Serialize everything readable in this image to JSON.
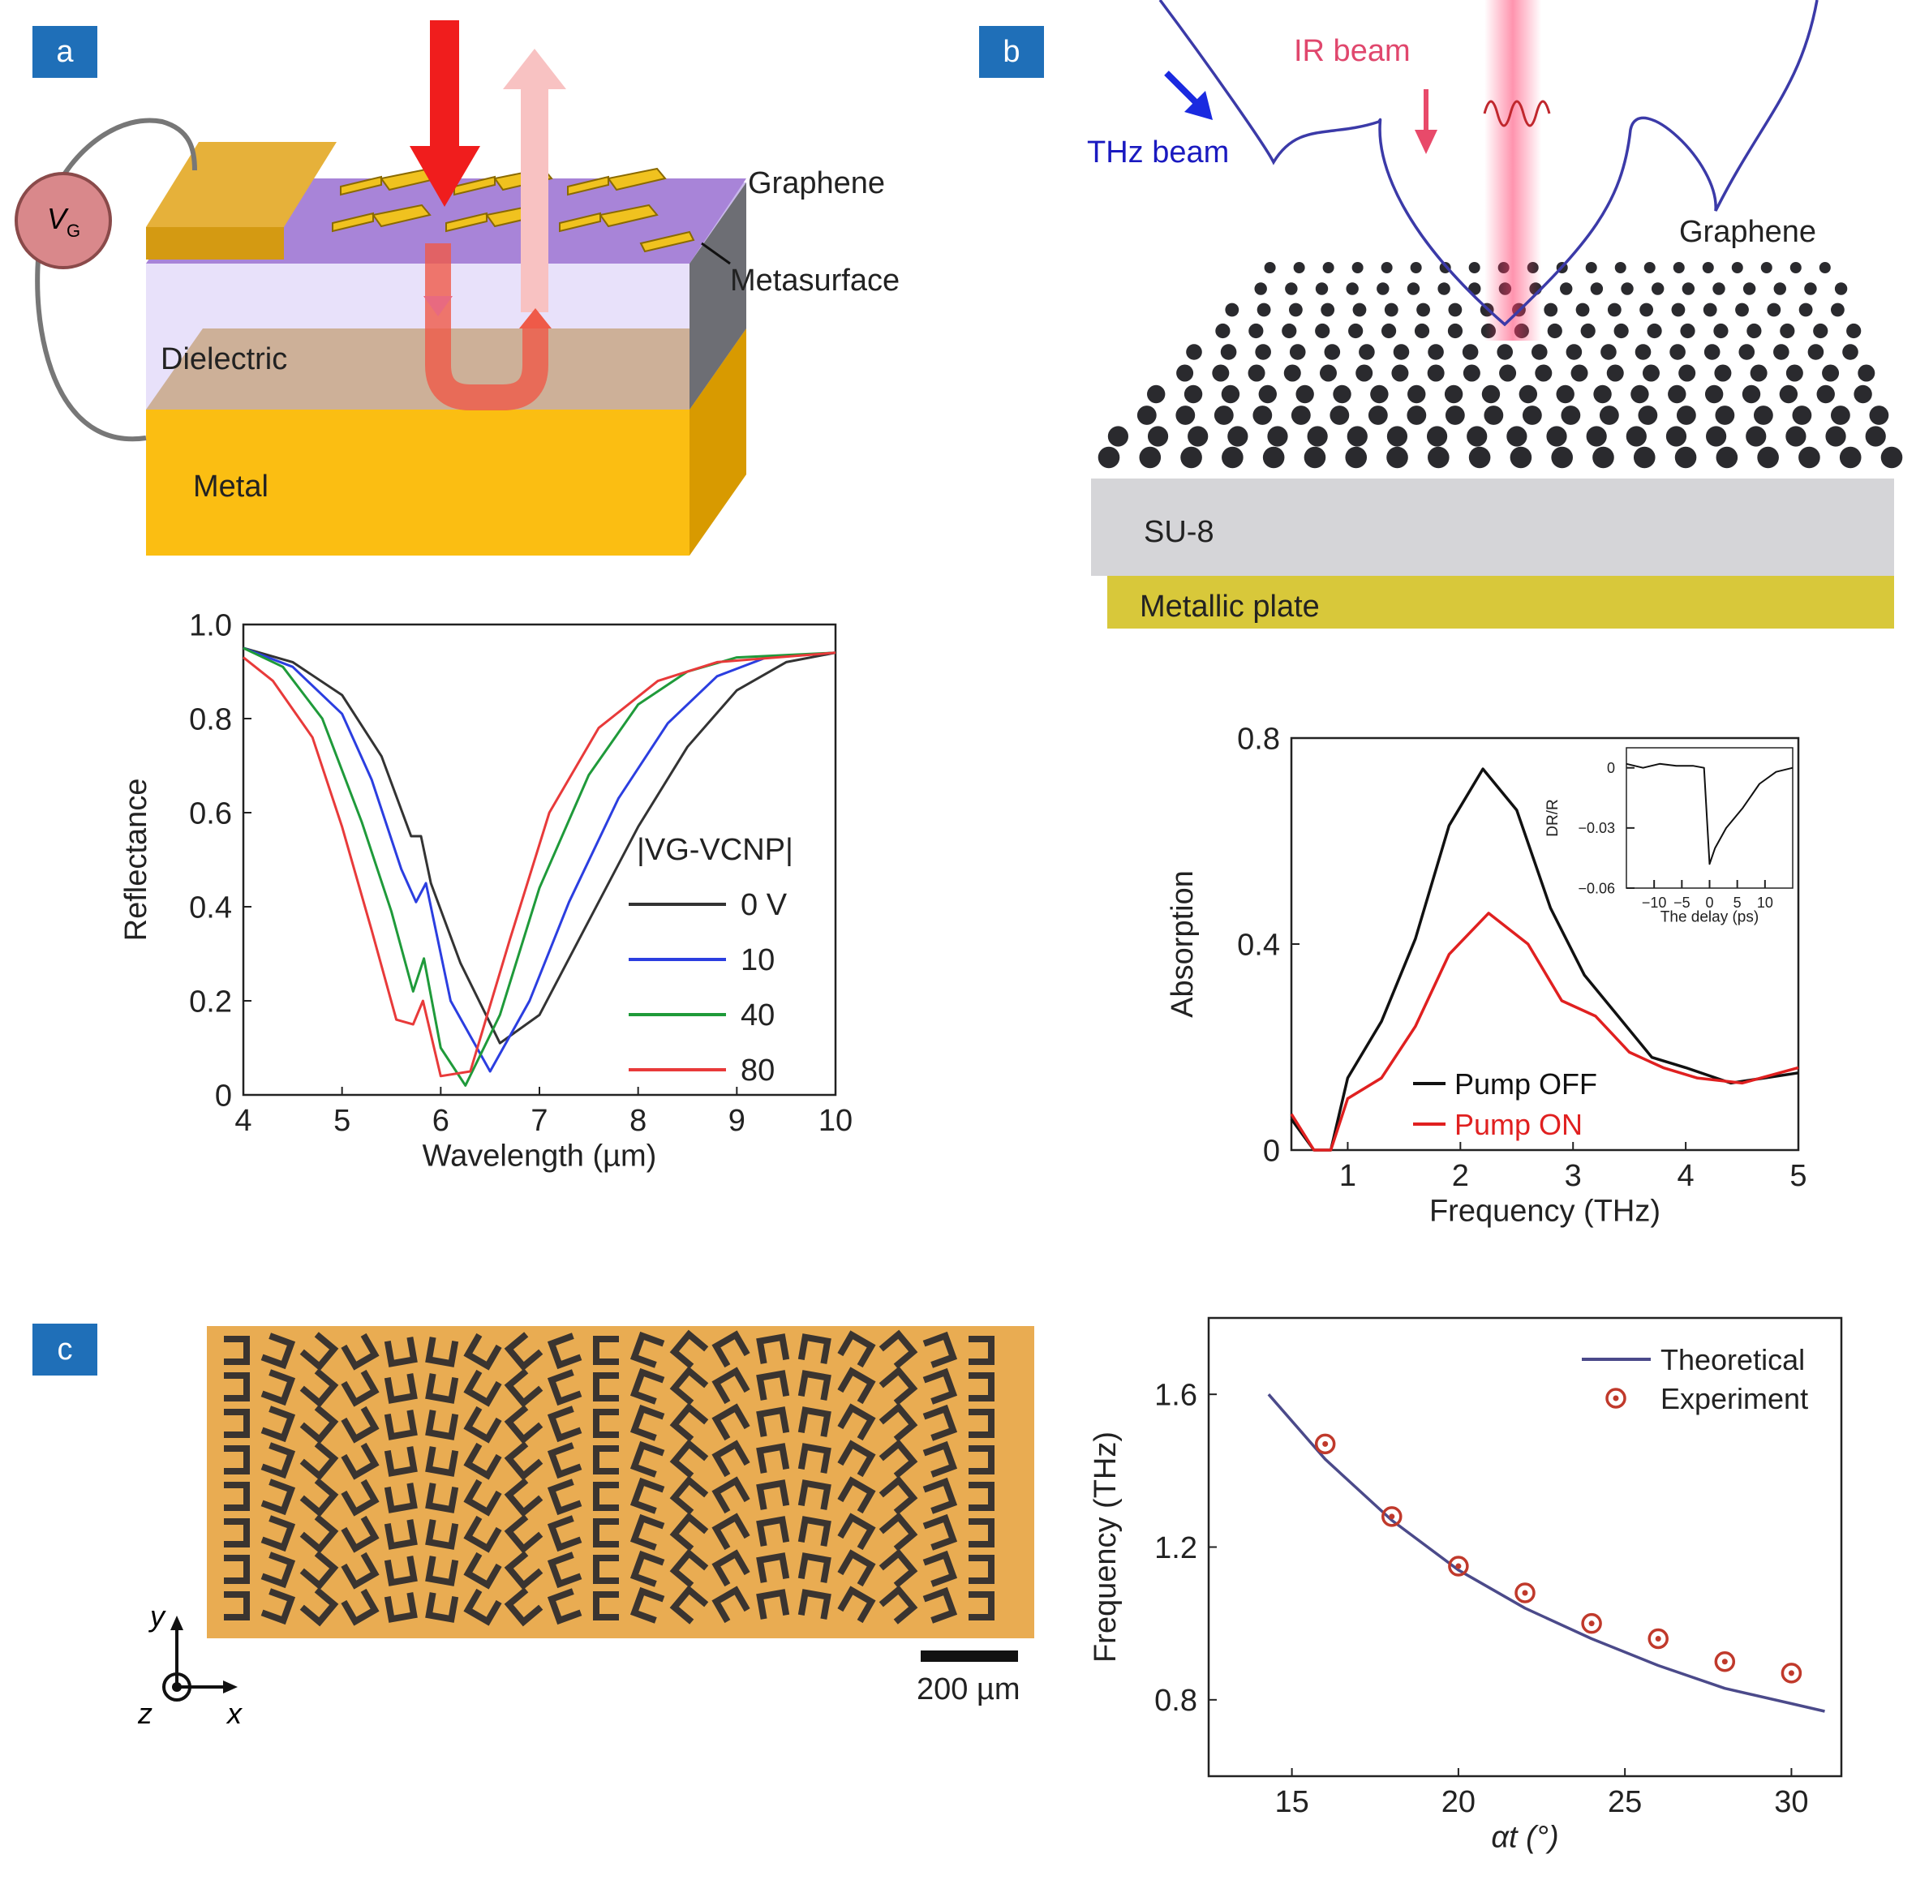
{
  "panels": {
    "a": "a",
    "b": "b",
    "c": "c"
  },
  "schematic_a": {
    "vg_label_main": "V",
    "vg_label_sub": "G",
    "graphene": "Graphene",
    "metasurface": "Metasurface",
    "dielectric": "Dielectric",
    "metal": "Metal"
  },
  "schematic_b": {
    "ir_beam": "IR beam",
    "thz_beam": "THz beam",
    "graphene": "Graphene",
    "su8": "SU-8",
    "metallic_plate": "Metallic plate"
  },
  "micrograph_c": {
    "scale_bar": "200 µm",
    "axis_y": "y",
    "axis_x": "x",
    "axis_z": "z"
  },
  "colors": {
    "tag_blue": "#1f6fb8",
    "gold": "#f5b800",
    "red": "#e8372c",
    "navy": "#1a1aa8"
  },
  "chart_data": [
    {
      "id": "reflectance",
      "type": "line",
      "xlabel": "Wavelength (µm)",
      "ylabel": "Reflectance",
      "xlim": [
        4,
        10
      ],
      "ylim": [
        0,
        1.0
      ],
      "xticks": [
        "4",
        "5",
        "6",
        "7",
        "8",
        "9",
        "10"
      ],
      "yticks": [
        "0",
        "0.2",
        "0.4",
        "0.6",
        "0.8",
        "1.0"
      ],
      "legend_title": "|VG-VCNP|",
      "series": [
        {
          "name": "0 V",
          "color": "#333333",
          "x": [
            4.0,
            4.5,
            5.0,
            5.4,
            5.7,
            5.8,
            5.9,
            6.2,
            6.6,
            7.0,
            7.5,
            8.0,
            8.5,
            9.0,
            9.5,
            10.0
          ],
          "y": [
            0.95,
            0.92,
            0.85,
            0.72,
            0.55,
            0.55,
            0.45,
            0.28,
            0.11,
            0.17,
            0.37,
            0.57,
            0.74,
            0.86,
            0.92,
            0.94
          ]
        },
        {
          "name": "10",
          "color": "#2b3ee0",
          "x": [
            4.0,
            4.5,
            5.0,
            5.3,
            5.6,
            5.75,
            5.85,
            6.1,
            6.5,
            6.9,
            7.3,
            7.8,
            8.3,
            8.8,
            9.3,
            10.0
          ],
          "y": [
            0.95,
            0.91,
            0.81,
            0.67,
            0.48,
            0.41,
            0.45,
            0.2,
            0.05,
            0.2,
            0.41,
            0.63,
            0.79,
            0.89,
            0.93,
            0.94
          ]
        },
        {
          "name": "40",
          "color": "#1f9a3a",
          "x": [
            4.0,
            4.4,
            4.8,
            5.2,
            5.5,
            5.72,
            5.83,
            6.0,
            6.25,
            6.6,
            7.0,
            7.5,
            8.0,
            8.5,
            9.0,
            10.0
          ],
          "y": [
            0.95,
            0.91,
            0.8,
            0.58,
            0.39,
            0.22,
            0.29,
            0.1,
            0.02,
            0.17,
            0.44,
            0.68,
            0.83,
            0.9,
            0.93,
            0.94
          ]
        },
        {
          "name": "80",
          "color": "#e83a3a",
          "x": [
            4.0,
            4.3,
            4.7,
            5.0,
            5.3,
            5.55,
            5.72,
            5.82,
            6.0,
            6.3,
            6.7,
            7.1,
            7.6,
            8.2,
            8.8,
            10.0
          ],
          "y": [
            0.93,
            0.88,
            0.76,
            0.57,
            0.35,
            0.16,
            0.15,
            0.2,
            0.04,
            0.05,
            0.33,
            0.6,
            0.78,
            0.88,
            0.92,
            0.94
          ]
        }
      ]
    },
    {
      "id": "absorption",
      "type": "line",
      "xlabel": "Frequency (THz)",
      "ylabel": "Absorption",
      "xlim": [
        0.5,
        5
      ],
      "ylim": [
        0,
        0.8
      ],
      "xticks": [
        "1",
        "2",
        "3",
        "4",
        "5"
      ],
      "yticks": [
        "0",
        "0.4",
        "0.8"
      ],
      "series": [
        {
          "name": "Pump OFF",
          "color": "#111111",
          "x": [
            0.5,
            0.7,
            0.85,
            1.0,
            1.3,
            1.6,
            1.9,
            2.2,
            2.5,
            2.8,
            3.1,
            3.4,
            3.7,
            4.0,
            4.4,
            4.7,
            5.0
          ],
          "y": [
            0.06,
            0.0,
            0.0,
            0.14,
            0.25,
            0.41,
            0.63,
            0.74,
            0.66,
            0.47,
            0.34,
            0.26,
            0.18,
            0.16,
            0.13,
            0.14,
            0.15
          ]
        },
        {
          "name": "Pump ON",
          "color": "#e02020",
          "x": [
            0.5,
            0.7,
            0.85,
            1.0,
            1.3,
            1.6,
            1.9,
            2.25,
            2.6,
            2.9,
            3.2,
            3.5,
            3.8,
            4.1,
            4.5,
            5.0
          ],
          "y": [
            0.07,
            0.0,
            0.0,
            0.1,
            0.14,
            0.24,
            0.38,
            0.46,
            0.4,
            0.29,
            0.26,
            0.19,
            0.16,
            0.14,
            0.13,
            0.16
          ]
        }
      ]
    },
    {
      "id": "absorption-inset",
      "type": "line",
      "xlabel": "The delay (ps)",
      "ylabel": "DR/R",
      "xlim": [
        -15,
        15
      ],
      "ylim": [
        -0.06,
        0.01
      ],
      "xticks": [
        "−10",
        "−5",
        "0",
        "5",
        "10"
      ],
      "yticks": [
        "0",
        "−0.03",
        "−0.06"
      ],
      "series": [
        {
          "name": "",
          "color": "#111111",
          "x": [
            -15,
            -12,
            -9,
            -6,
            -3,
            -1,
            0,
            1,
            3,
            6,
            9,
            12,
            15
          ],
          "y": [
            0.002,
            0.0,
            0.002,
            0.001,
            0.001,
            0.0,
            -0.048,
            -0.04,
            -0.03,
            -0.02,
            -0.008,
            -0.002,
            0.0
          ]
        }
      ]
    },
    {
      "id": "frequency-vs-angle",
      "type": "scatter",
      "xlabel": "αt (°)",
      "ylabel": "Frequency (THz)",
      "xlim": [
        12.5,
        31.5
      ],
      "ylim": [
        0.6,
        1.8
      ],
      "xticks": [
        "15",
        "20",
        "25",
        "30"
      ],
      "yticks": [
        "0.8",
        "1.2",
        "1.6"
      ],
      "series": [
        {
          "name": "Theoretical",
          "color": "#4b4a8a",
          "style": "line",
          "x": [
            14.3,
            16,
            18,
            20,
            22,
            24,
            26,
            28,
            30,
            31
          ],
          "y": [
            1.6,
            1.43,
            1.27,
            1.14,
            1.04,
            0.96,
            0.89,
            0.83,
            0.79,
            0.77
          ]
        },
        {
          "name": "Experiment",
          "color": "#c0392b",
          "style": "marker",
          "x": [
            16,
            18,
            20,
            22,
            24,
            26,
            28,
            30
          ],
          "y": [
            1.47,
            1.28,
            1.15,
            1.08,
            1.0,
            0.96,
            0.9,
            0.87
          ]
        }
      ]
    }
  ]
}
